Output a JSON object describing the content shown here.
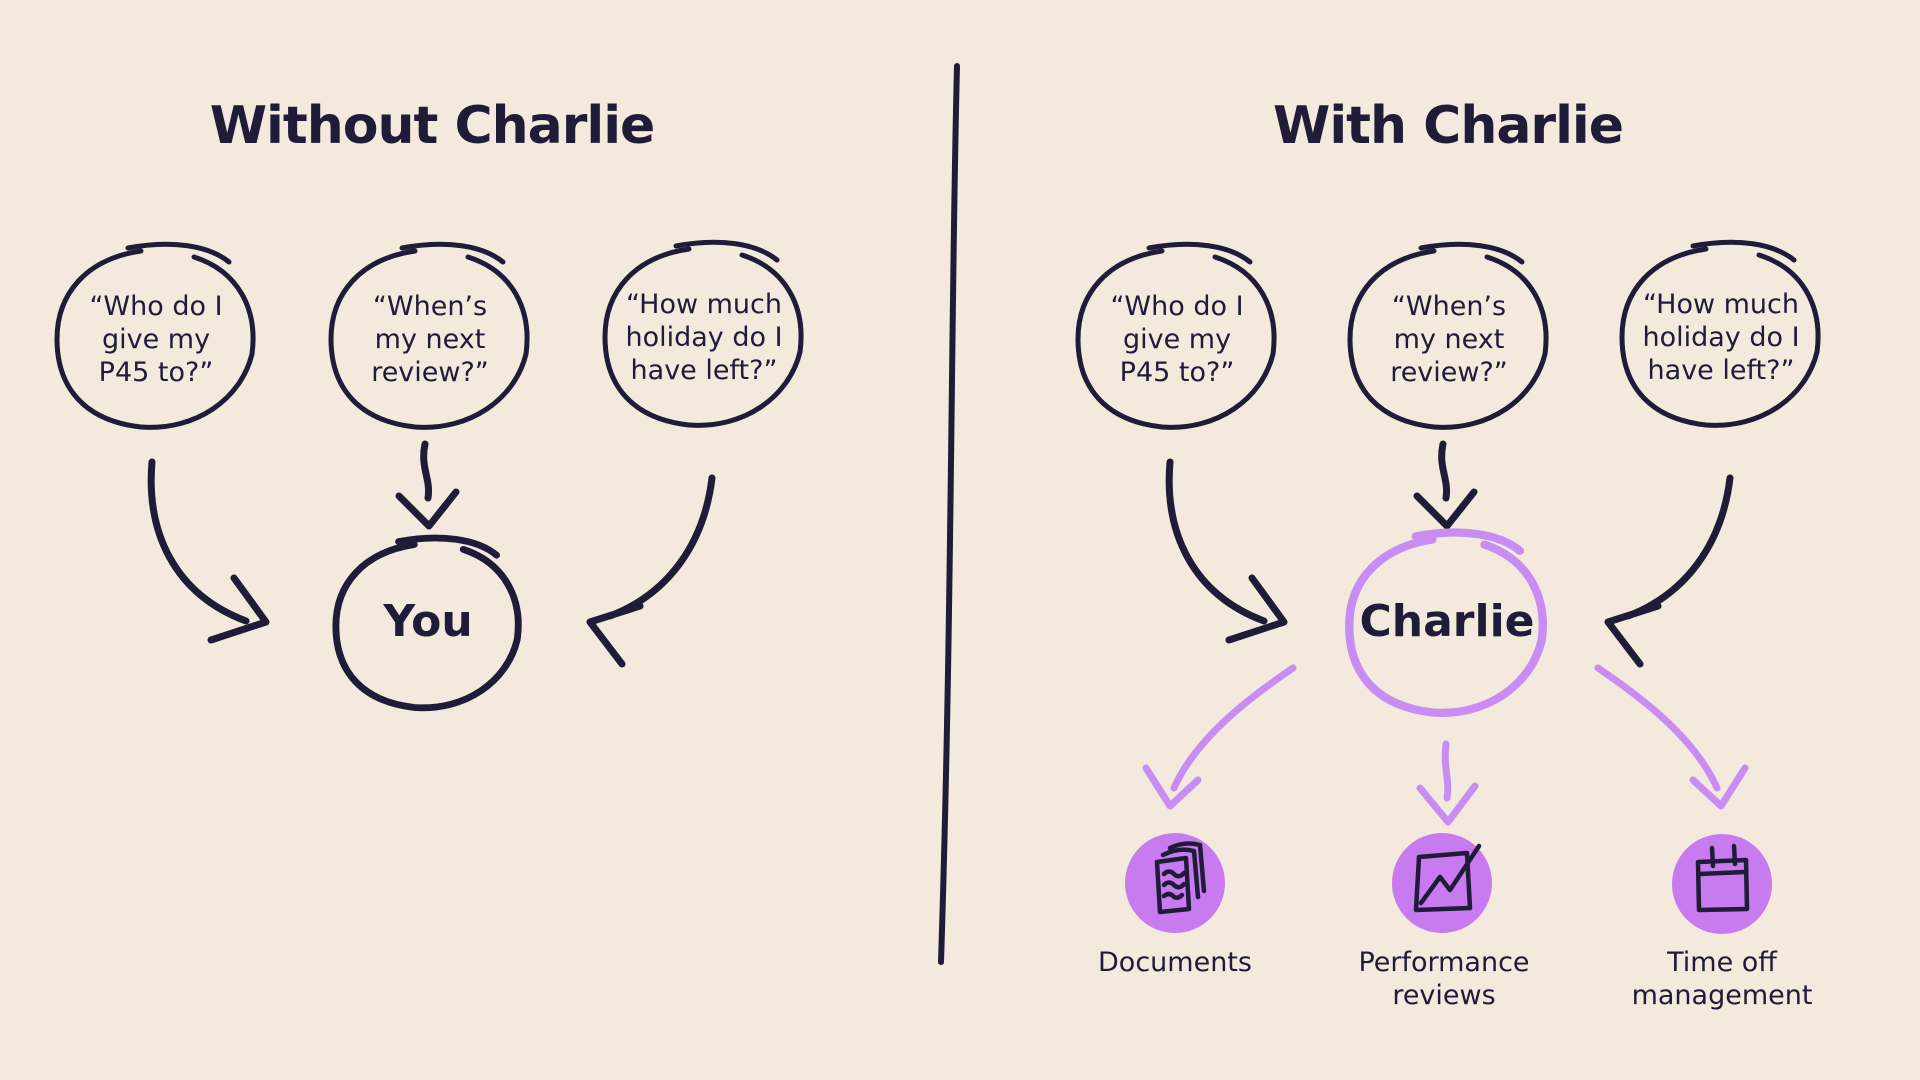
{
  "colors": {
    "background": "#F3E9DD",
    "ink": "#1F1B38",
    "purple": "#C87BEE",
    "purple_light": "#C88DF3"
  },
  "left": {
    "title": "Without Charlie",
    "center_label": "You",
    "bubbles": [
      {
        "lines": [
          "“Who do I",
          "give my",
          "P45 to?”"
        ]
      },
      {
        "lines": [
          "“When’s",
          "my next",
          "review?”"
        ]
      },
      {
        "lines": [
          "“How much",
          "holiday do I",
          "have left?”"
        ]
      }
    ]
  },
  "right": {
    "title": "With Charlie",
    "center_label": "Charlie",
    "bubbles": [
      {
        "lines": [
          "“Who do I",
          "give my",
          "P45 to?”"
        ]
      },
      {
        "lines": [
          "“When’s",
          "my next",
          "review?”"
        ]
      },
      {
        "lines": [
          "“How much",
          "holiday do I",
          "have left?”"
        ]
      }
    ],
    "features": [
      {
        "icon": "documents-icon",
        "lines": [
          "Documents"
        ]
      },
      {
        "icon": "performance-reviews-icon",
        "lines": [
          "Performance",
          "reviews"
        ]
      },
      {
        "icon": "time-off-icon",
        "lines": [
          "Time off",
          "management"
        ]
      }
    ]
  }
}
